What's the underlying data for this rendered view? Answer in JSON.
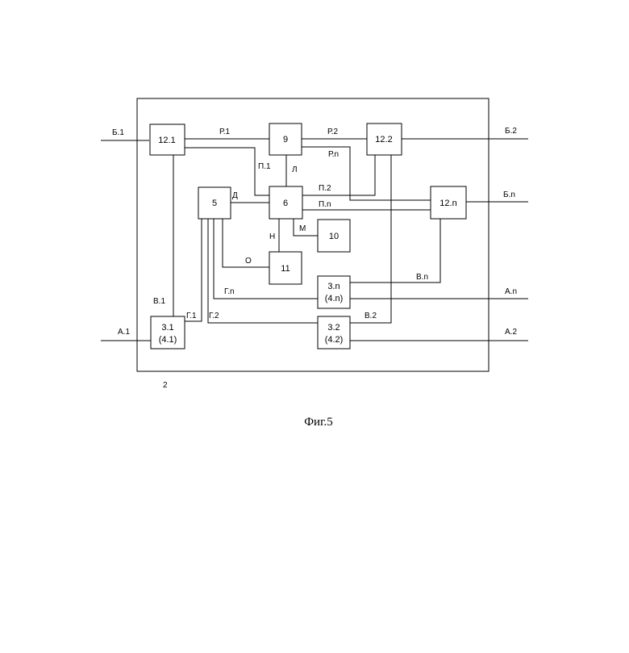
{
  "caption": "Фиг.5",
  "frame_label": "2",
  "blocks": {
    "b12_1": "12.1",
    "b9": "9",
    "b12_2": "12.2",
    "b5": "5",
    "b6": "6",
    "b12_n": "12.n",
    "b10": "10",
    "b11": "11",
    "b3_n_line1": "3.n",
    "b3_n_line2": "(4.n)",
    "b3_1_line1": "3.1",
    "b3_1_line2": "(4.1)",
    "b3_2_line1": "3.2",
    "b3_2_line2": "(4.2)"
  },
  "links": {
    "B1": "Б.1",
    "B2": "Б.2",
    "Bn": "Б.n",
    "R1": "Р.1",
    "R2": "Р.2",
    "Rn": "Р.n",
    "P1": "П.1",
    "P2": "П.2",
    "Pn": "П.n",
    "L": "Л",
    "D": "Д",
    "M": "М",
    "H": "Н",
    "O": "О",
    "Vn": "В.n",
    "V1": "В.1",
    "V2": "В.2",
    "Gn": "Г.n",
    "G1": "Г.1",
    "G2": "Г.2",
    "An": "А.n",
    "A1": "А.1",
    "A2": "А.2"
  }
}
